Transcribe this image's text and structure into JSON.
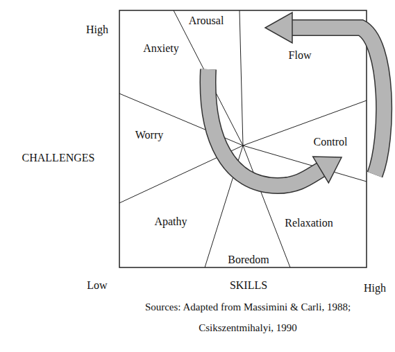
{
  "diagram": {
    "caption": "Sources: Adapted from Massimini & Carli, 1988; Csikszentmihalyi, 1990",
    "labels": [
      "High",
      "Arousal",
      "Anxiety",
      "Flow",
      "Worry",
      "CHALLENGES",
      "Control",
      "Apathy",
      "Relaxation",
      "Boredom",
      "Low",
      "SKILLS",
      "High"
    ]
  }
}
